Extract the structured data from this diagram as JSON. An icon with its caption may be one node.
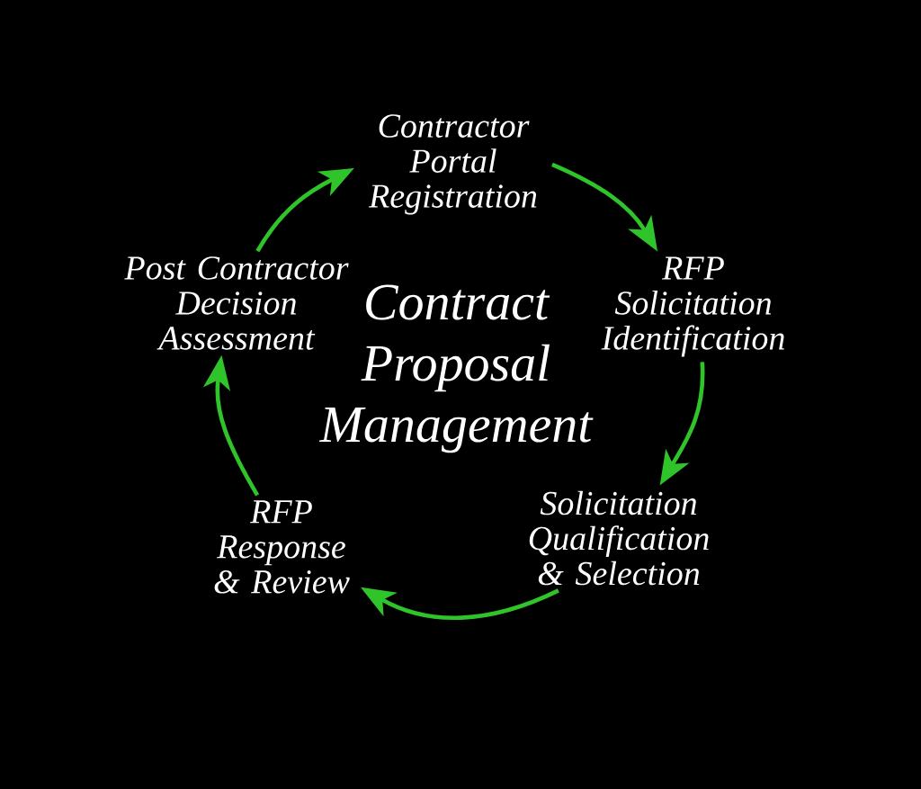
{
  "diagram": {
    "title": "Contract Proposal Management",
    "nodes": [
      {
        "text": [
          "Contractor Portal Registration"
        ]
      },
      {
        "text": [
          "RFP Solicitation Identification"
        ]
      },
      {
        "text": [
          "Solicitation Qualification & Selection"
        ]
      },
      {
        "text": [
          "RFP Response & Review"
        ]
      },
      {
        "text": [
          "Post Contractor Decision Assessment"
        ]
      }
    ],
    "edges": [
      {
        "from": 0,
        "to": 1,
        "arrow": "to"
      },
      {
        "from": 1,
        "to": 2,
        "arrow": "to"
      },
      {
        "from": 2,
        "to": 3,
        "arrow": "to"
      },
      {
        "from": 3,
        "to": 4,
        "arrow": "to"
      },
      {
        "from": 4,
        "to": 0,
        "arrow": "to"
      }
    ]
  }
}
